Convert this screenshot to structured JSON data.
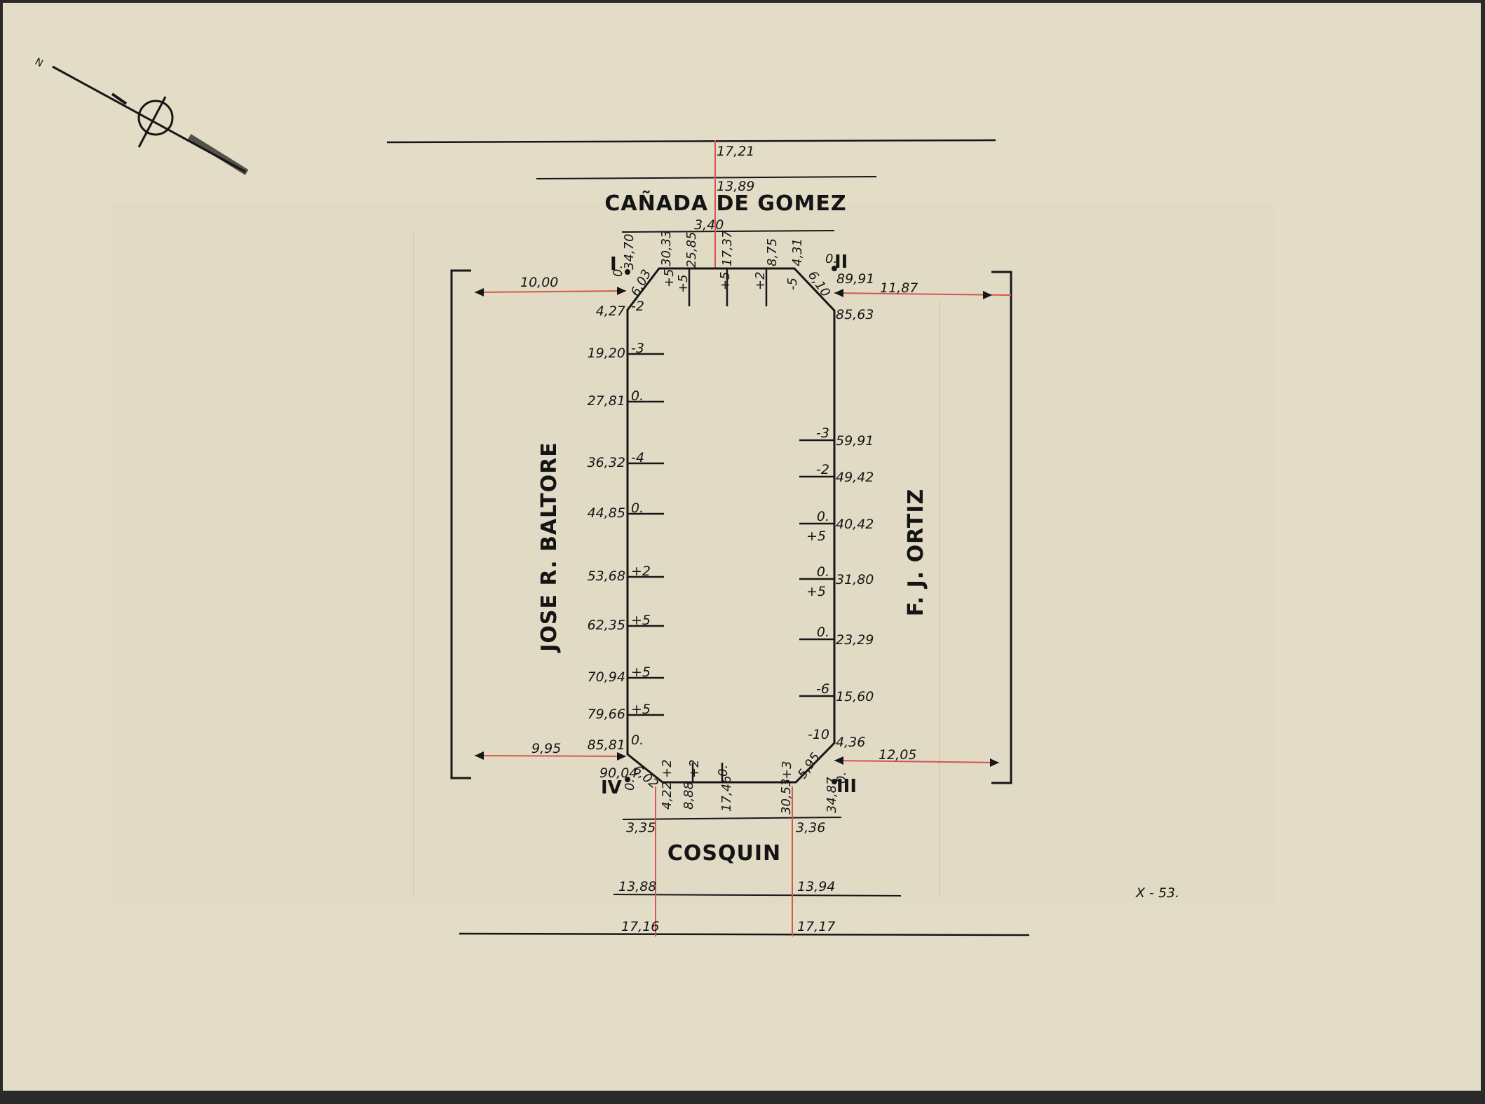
{
  "streets": {
    "top": "CAÑADA DE GOMEZ",
    "bottom": "COSQUIN",
    "left": "JOSE R. BALTORE",
    "right": "F. J. ORTIZ"
  },
  "corners": {
    "I": "I",
    "II": "II",
    "III": "III",
    "IV": "IV"
  },
  "sheet_code": "X - 53.",
  "top_measures": {
    "outer": "17,21",
    "inner": "13,89",
    "sidewalk": "3,40"
  },
  "bottom_measures": {
    "left_sidewalk": "3,35",
    "right_sidewalk": "3,36",
    "left_inner": "13,88",
    "right_inner": "13,94",
    "left_outer": "17,16",
    "right_outer": "17,17"
  },
  "setbacks": {
    "left_top": "10,00",
    "left_bottom": "9,95",
    "right_top": "11,87",
    "right_bottom": "12,05"
  },
  "top_edge": [
    {
      "dist": "34,70",
      "level": "0."
    },
    {
      "dist": "6,03",
      "level": ""
    },
    {
      "dist": "30,33",
      "level": "+5"
    },
    {
      "dist": "25,85",
      "level": "+5"
    },
    {
      "dist": "17,37",
      "level": "+5"
    },
    {
      "dist": "8,75",
      "level": "+2"
    },
    {
      "dist": "4,31",
      "level": "-5"
    },
    {
      "dist": "6,10",
      "level": ""
    }
  ],
  "corner_II": {
    "level": "0.",
    "dist": "89,91"
  },
  "left_edge": [
    {
      "dist": "4,27",
      "level": "-2"
    },
    {
      "dist": "19,20",
      "level": "-3"
    },
    {
      "dist": "27,81",
      "level": "0."
    },
    {
      "dist": "36,32",
      "level": "-4"
    },
    {
      "dist": "44,85",
      "level": "0."
    },
    {
      "dist": "53,68",
      "level": "+2"
    },
    {
      "dist": "62,35",
      "level": "+5"
    },
    {
      "dist": "70,94",
      "level": "+5"
    },
    {
      "dist": "79,66",
      "level": "+5"
    },
    {
      "dist": "85,81",
      "level": "0."
    },
    {
      "dist": "90,04",
      "level": "0."
    }
  ],
  "right_edge": [
    {
      "dist": "85,63",
      "level": ""
    },
    {
      "dist": "59,91",
      "level": "-3"
    },
    {
      "dist": "49,42",
      "level": "-2"
    },
    {
      "dist": "40,42",
      "level": "0.",
      "level2": "+5"
    },
    {
      "dist": "31,80",
      "level": "0.",
      "level2": "+5"
    },
    {
      "dist": "23,29",
      "level": "0."
    },
    {
      "dist": "15,60",
      "level": "-6"
    },
    {
      "dist": "4,36",
      "level": "-10"
    }
  ],
  "bottom_edge": [
    {
      "dist": "6,02",
      "level": ""
    },
    {
      "dist": "4,22",
      "level": "+2"
    },
    {
      "dist": "8,88",
      "level": "+2"
    },
    {
      "dist": "17,46",
      "level": "0."
    },
    {
      "dist": "30,53",
      "level": "+3"
    },
    {
      "dist": "5,95",
      "level": ""
    },
    {
      "dist": "34,87",
      "level": "0."
    }
  ],
  "colors": {
    "paper": "#e3ddc8",
    "ink": "#161616",
    "red": "#d8544e",
    "frame": "#2a2a2a"
  }
}
